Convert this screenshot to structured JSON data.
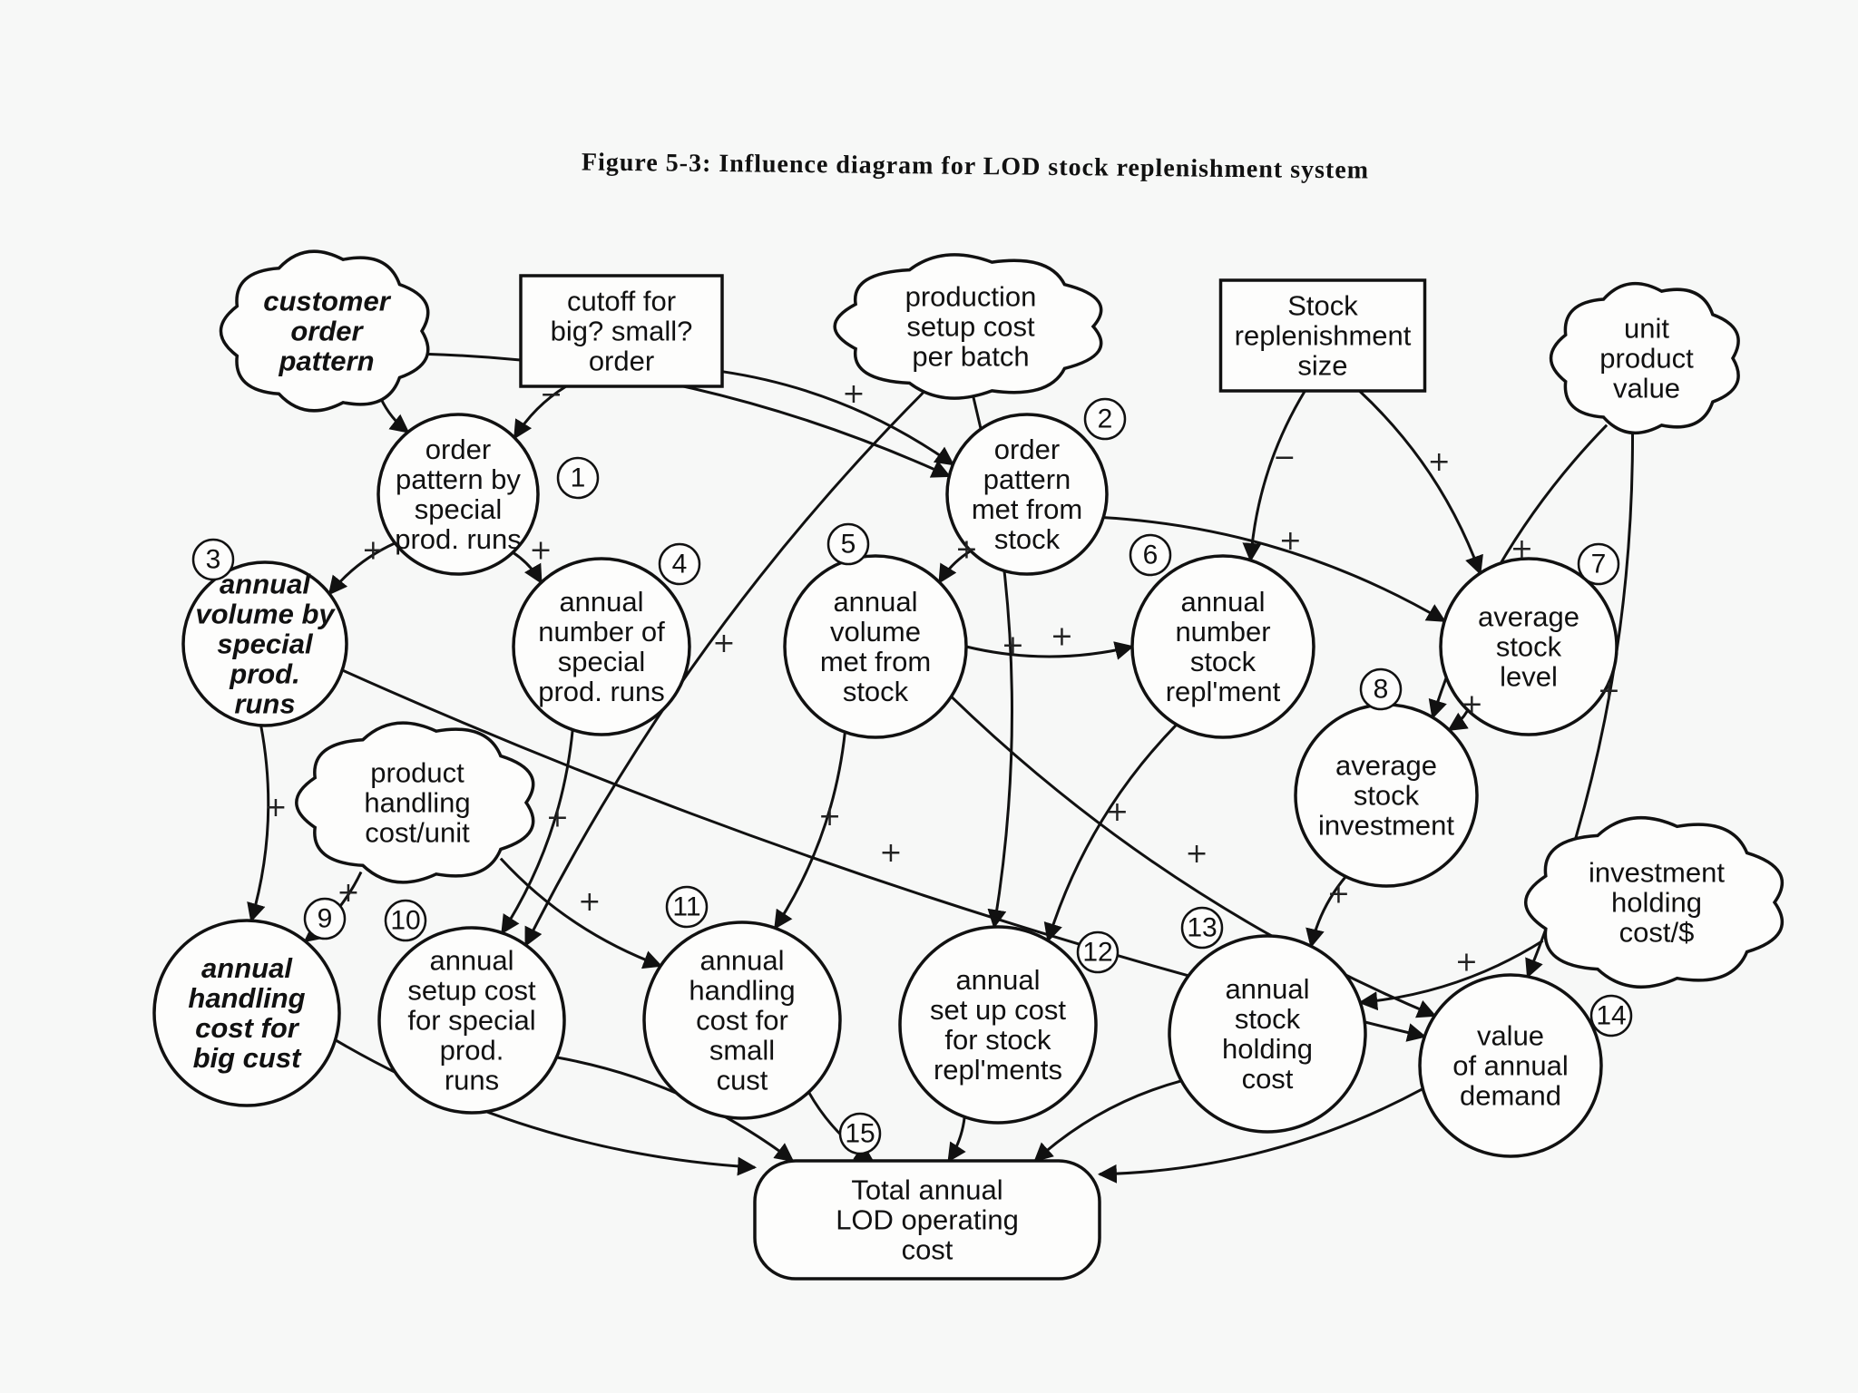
{
  "title": "Figure 5-3: Influence diagram for LOD stock replenishment system",
  "nodes": [
    {
      "id": "customer_order_pattern",
      "lines": [
        "customer",
        "order",
        "pattern"
      ]
    },
    {
      "id": "cutoff",
      "lines": [
        "cutoff for",
        "big?  small?",
        "order"
      ]
    },
    {
      "id": "production_setup_cost",
      "lines": [
        "production",
        "setup cost",
        "per batch"
      ]
    },
    {
      "id": "stock_repl_size",
      "lines": [
        "Stock",
        "replenishment",
        "size"
      ]
    },
    {
      "id": "unit_product_value",
      "lines": [
        "unit",
        "product",
        "value"
      ]
    },
    {
      "id": "n1",
      "num": "1",
      "lines": [
        "order",
        "pattern by",
        "special",
        "prod. runs"
      ]
    },
    {
      "id": "n2",
      "num": "2",
      "lines": [
        "order",
        "pattern",
        "met from",
        "stock"
      ]
    },
    {
      "id": "n3",
      "num": "3",
      "lines": [
        "annual",
        "volume by",
        "special",
        "prod.",
        "runs"
      ]
    },
    {
      "id": "n4",
      "num": "4",
      "lines": [
        "annual",
        "number of",
        "special",
        "prod. runs"
      ]
    },
    {
      "id": "n5",
      "num": "5",
      "lines": [
        "annual",
        "volume",
        "met from",
        "stock"
      ]
    },
    {
      "id": "n6",
      "num": "6",
      "lines": [
        "annual",
        "number",
        "stock",
        "repl'ment"
      ]
    },
    {
      "id": "n7",
      "num": "7",
      "lines": [
        "average",
        "stock",
        "level"
      ]
    },
    {
      "id": "n8",
      "num": "8",
      "lines": [
        "average",
        "stock",
        "investment"
      ]
    },
    {
      "id": "product_handling",
      "lines": [
        "product",
        "handling",
        "cost/unit"
      ]
    },
    {
      "id": "investment_holding",
      "lines": [
        "investment",
        "holding",
        "cost/$"
      ]
    },
    {
      "id": "n9",
      "num": "9",
      "lines": [
        "annual",
        "handling",
        "cost for",
        "big cust"
      ]
    },
    {
      "id": "n10",
      "num": "10",
      "lines": [
        "annual",
        "setup cost",
        "for special",
        "prod.",
        "runs"
      ]
    },
    {
      "id": "n11",
      "num": "11",
      "lines": [
        "annual",
        "handling",
        "cost for",
        "small",
        "cust"
      ]
    },
    {
      "id": "n12",
      "num": "12",
      "lines": [
        "annual",
        "set up cost",
        "for stock",
        "repl'ments"
      ]
    },
    {
      "id": "n13",
      "num": "13",
      "lines": [
        "annual",
        "stock",
        "holding",
        "cost"
      ]
    },
    {
      "id": "n14",
      "num": "14",
      "lines": [
        "value",
        "of annual",
        "demand"
      ]
    },
    {
      "id": "n15",
      "num": "15",
      "lines": [
        "Total annual",
        "LOD operating",
        "cost"
      ]
    }
  ],
  "edges": [
    {
      "from": "customer_order_pattern",
      "to": "n1"
    },
    {
      "from": "customer_order_pattern",
      "to": "n2"
    },
    {
      "from": "cutoff",
      "to": "n1",
      "sign": "−"
    },
    {
      "from": "cutoff",
      "to": "n2",
      "sign": "+"
    },
    {
      "from": "n1",
      "to": "n3",
      "sign": "+"
    },
    {
      "from": "n1",
      "to": "n4",
      "sign": "+"
    },
    {
      "from": "n2",
      "to": "n5",
      "sign": "+"
    },
    {
      "from": "n2",
      "to": "n7",
      "sign": "+"
    },
    {
      "from": "production_setup_cost",
      "to": "n10",
      "sign": "+"
    },
    {
      "from": "production_setup_cost",
      "to": "n12",
      "sign": "+"
    },
    {
      "from": "stock_repl_size",
      "to": "n6",
      "sign": "−"
    },
    {
      "from": "stock_repl_size",
      "to": "n7",
      "sign": "+"
    },
    {
      "from": "unit_product_value",
      "to": "n8",
      "sign": "+"
    },
    {
      "from": "unit_product_value",
      "to": "n14",
      "sign": "+"
    },
    {
      "from": "n5",
      "to": "n6",
      "sign": "+"
    },
    {
      "from": "n5",
      "to": "n11",
      "sign": "+"
    },
    {
      "from": "n5",
      "to": "n14",
      "sign": "+"
    },
    {
      "from": "n3",
      "to": "n9",
      "sign": "+"
    },
    {
      "from": "n3",
      "to": "n14",
      "sign": "+"
    },
    {
      "from": "n4",
      "to": "n10",
      "sign": "+"
    },
    {
      "from": "n6",
      "to": "n12",
      "sign": "+"
    },
    {
      "from": "n7",
      "to": "n8",
      "sign": "+"
    },
    {
      "from": "n8",
      "to": "n13",
      "sign": "+"
    },
    {
      "from": "product_handling",
      "to": "n9",
      "sign": "+"
    },
    {
      "from": "product_handling",
      "to": "n11",
      "sign": "+"
    },
    {
      "from": "investment_holding",
      "to": "n13",
      "sign": "+"
    },
    {
      "from": "n9",
      "to": "n15"
    },
    {
      "from": "n10",
      "to": "n15"
    },
    {
      "from": "n11",
      "to": "n15"
    },
    {
      "from": "n12",
      "to": "n15"
    },
    {
      "from": "n13",
      "to": "n15"
    },
    {
      "from": "n14",
      "to": "n15"
    }
  ]
}
